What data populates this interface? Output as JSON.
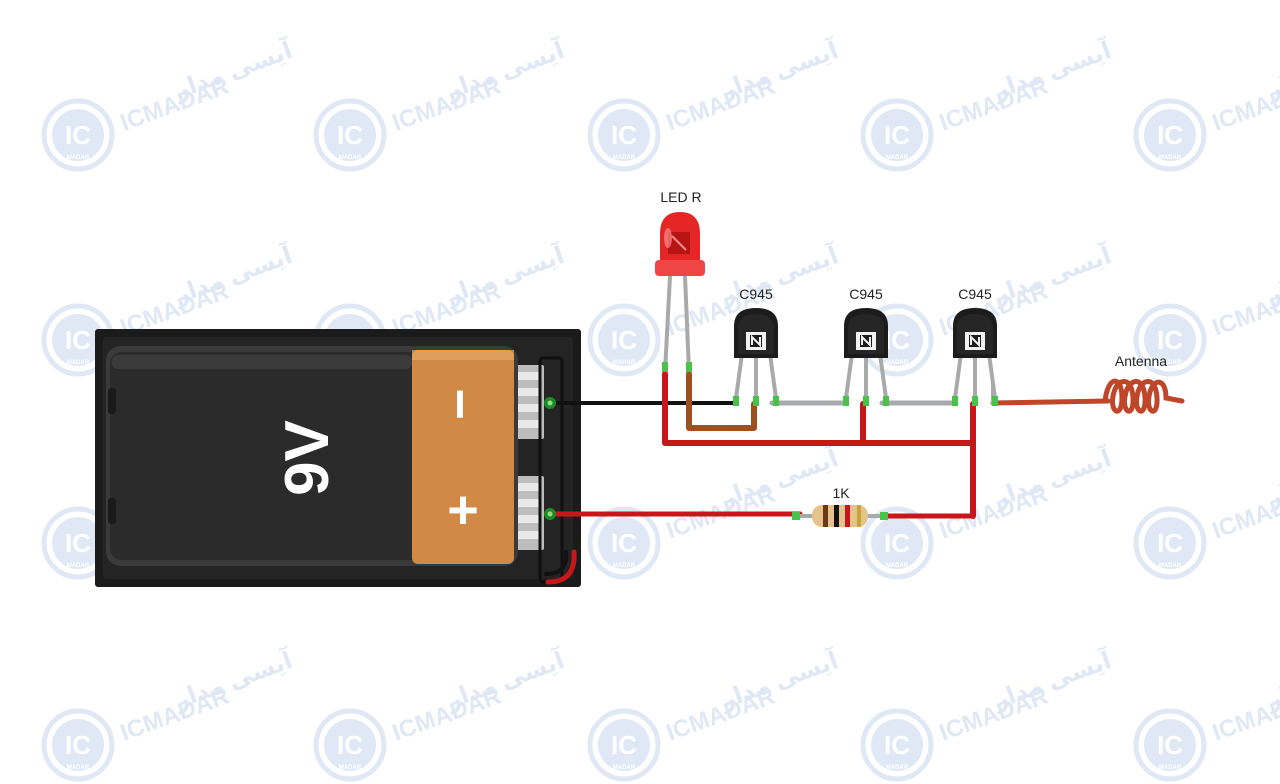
{
  "watermark": {
    "latin": "ICMADAR",
    "persian": "آیسی مدار",
    "logo": "IC",
    "logo_sub": "MADAR"
  },
  "components": {
    "led_label": "LED R",
    "transistor_1_label": "C945",
    "transistor_2_label": "C945",
    "transistor_3_label": "C945",
    "resistor_label": "1K",
    "antenna_label": "Antenna",
    "battery_voltage": "9V",
    "battery_minus": "−",
    "battery_plus": "+"
  },
  "colors": {
    "wire_red": "#c8161b",
    "wire_black": "#111111",
    "wire_brown": "#a0501f",
    "lead_gray": "#a7a9ab",
    "battery_body": "#2a2a2a",
    "battery_label": "#d08a45",
    "led": "#e52626",
    "antenna": "#c0462a",
    "watermark": "#3a6fc0"
  }
}
